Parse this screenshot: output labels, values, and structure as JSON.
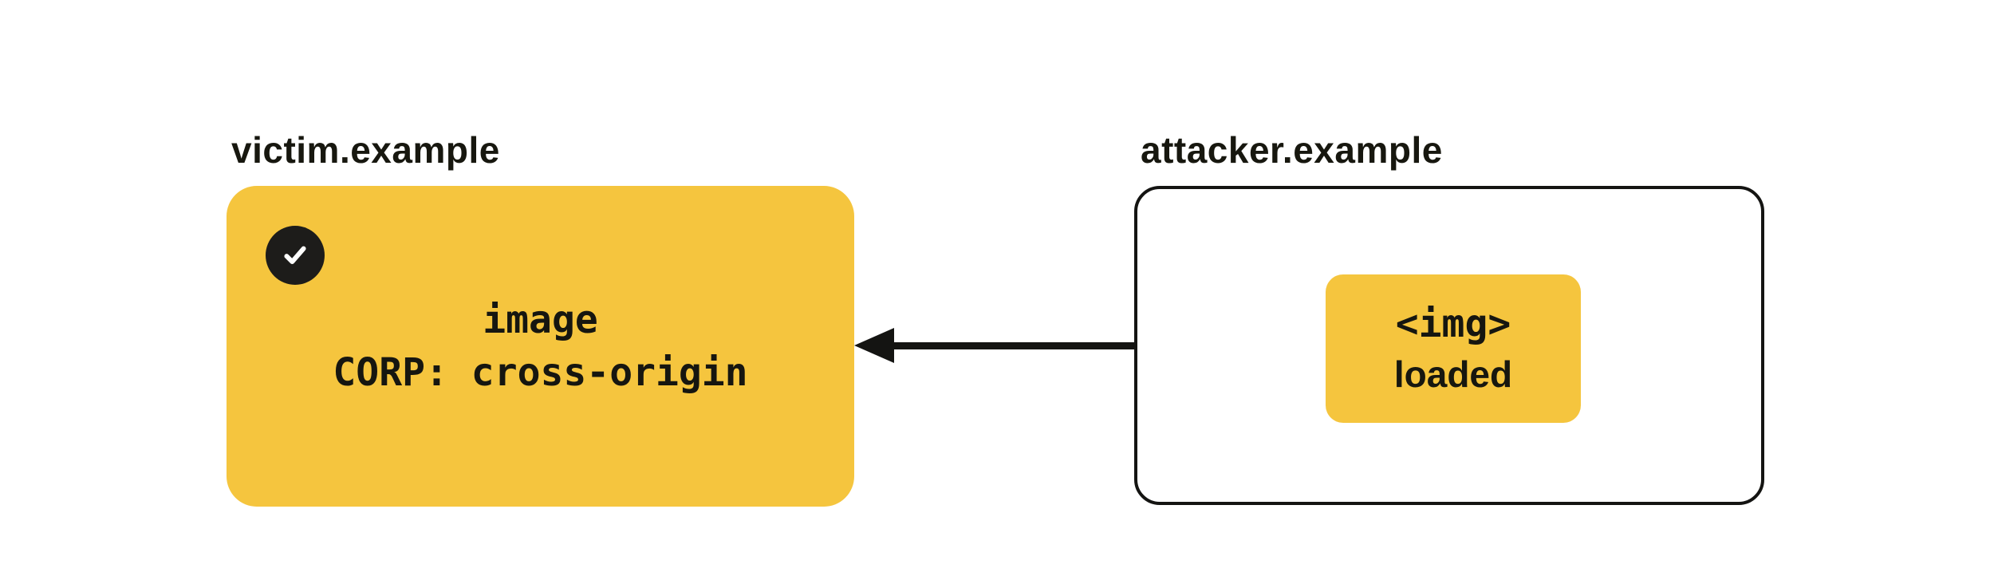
{
  "colors": {
    "accent-yellow": "#F5C53E",
    "ink": "#141412",
    "panel-dark": "#1D1C1A",
    "bg": "#FFFFFF"
  },
  "victim": {
    "title": "victim.example",
    "status_icon": "check-icon",
    "label": {
      "line1": "image",
      "line2": "CORP: cross-origin"
    }
  },
  "attacker": {
    "title": "attacker.example",
    "result_box": {
      "line1": "<img>",
      "line2": "loaded"
    }
  }
}
